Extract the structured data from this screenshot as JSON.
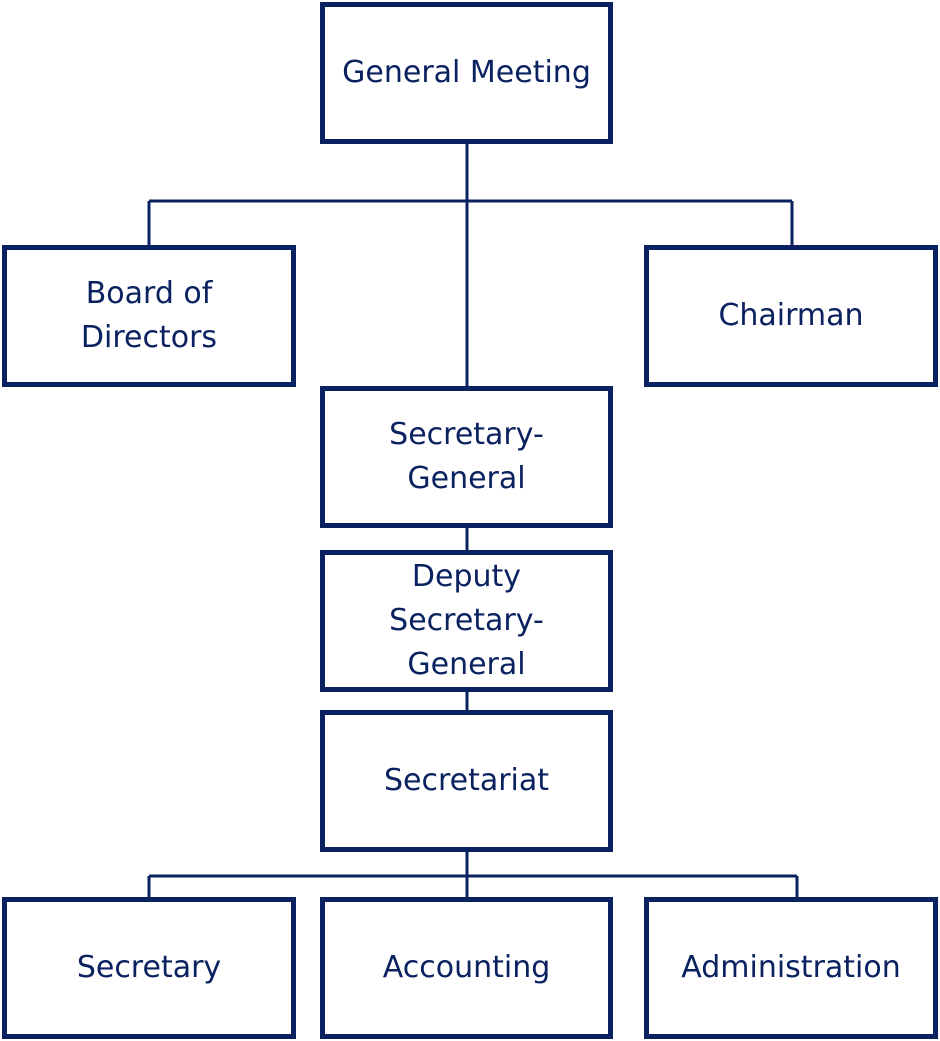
{
  "colors": {
    "line": "#0b2260",
    "text": "#0b2260",
    "background": "#ffffff"
  },
  "nodes": {
    "general_meeting": "General Meeting",
    "board_of_directors": "Board of\nDirectors",
    "chairman": "Chairman",
    "secretary_general": "Secretary-\nGeneral",
    "deputy_secretary_general": "Deputy\nSecretary-\nGeneral",
    "secretariat": "Secretariat",
    "secretary": "Secretary",
    "accounting": "Accounting",
    "administration": "Administration"
  }
}
